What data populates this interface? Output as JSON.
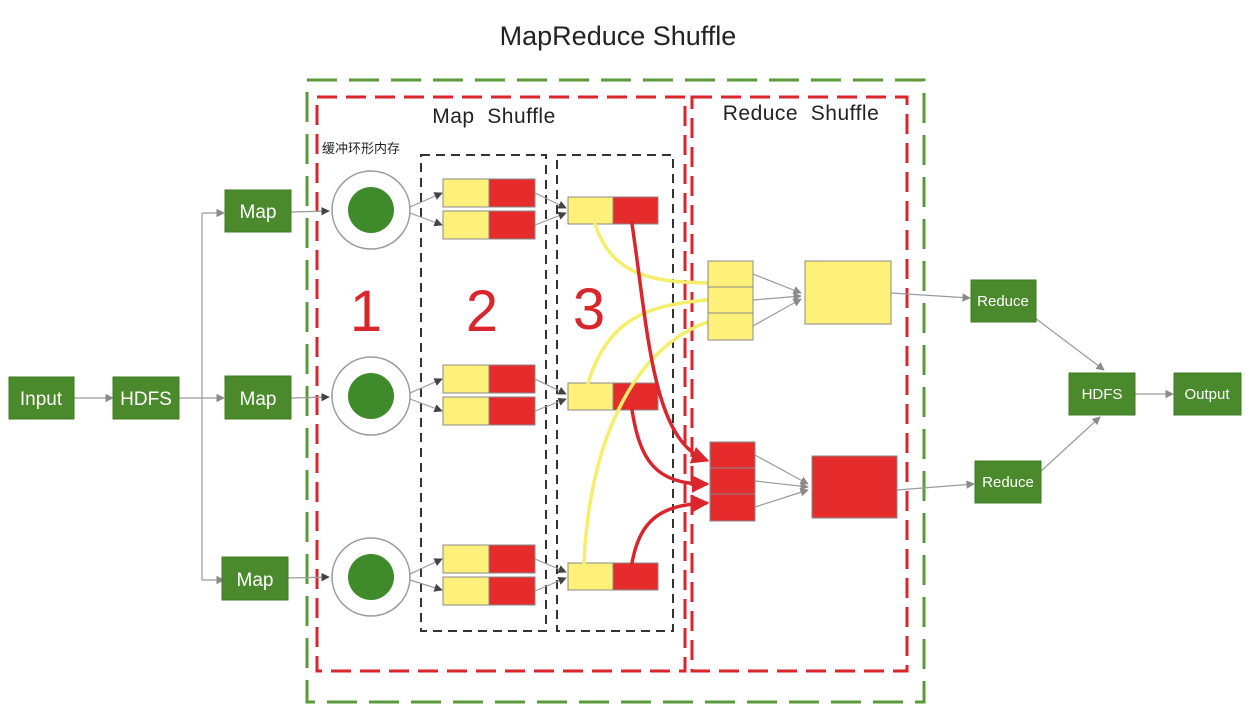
{
  "title": "MapReduce Shuffle",
  "regions": {
    "map_shuffle": "Map  Shuffle",
    "reduce_shuffle": "Reduce  Shuffle",
    "ring_buffer": "缓冲环形内存"
  },
  "stages": [
    "1",
    "2",
    "3"
  ],
  "nodes": {
    "input": "Input",
    "hdfs_in": "HDFS",
    "map1": "Map",
    "map2": "Map",
    "map3": "Map",
    "reduce1": "Reduce",
    "reduce2": "Reduce",
    "hdfs_out": "HDFS",
    "output": "Output"
  },
  "colors": {
    "node_green": "#4a8a2c",
    "partition_yellow": "#fff07a",
    "partition_red": "#e52b2b",
    "outer_border": "#5a9a3a",
    "inner_border": "#d9262c",
    "stage_border": "#333333",
    "stage_number": "#d9262c"
  }
}
